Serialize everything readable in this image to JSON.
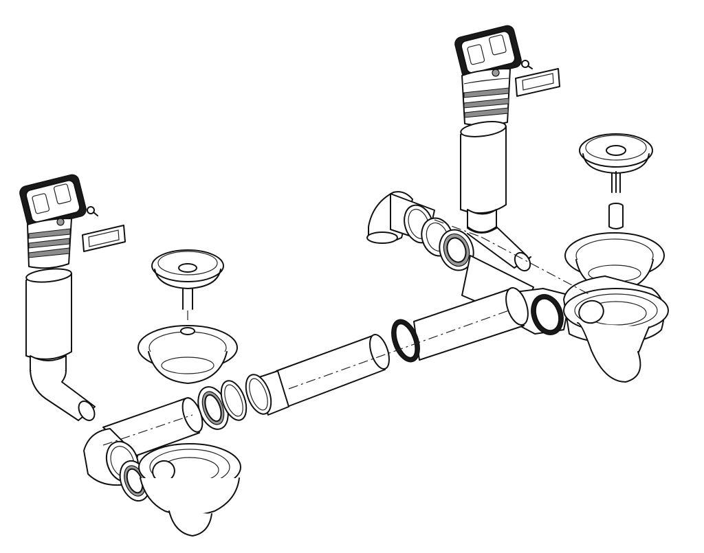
{
  "diagram": {
    "background": "#ffffff",
    "line_color": "#111111",
    "components": [
      "overflow-grille-left",
      "overflow-screw-left",
      "overflow-cover-left",
      "overflow-hose-left",
      "strainer-basket-left",
      "sink-flange-left",
      "strainer-outlet-left",
      "connector-ring-left",
      "center-pipe",
      "connector-ring-center",
      "overflow-grille-right",
      "overflow-screw-right",
      "overflow-cover-right",
      "overflow-hose-right",
      "strainer-basket-right",
      "sink-flange-right",
      "strainer-outlet-right",
      "trap-elbow-right",
      "trap-nut-right"
    ]
  }
}
